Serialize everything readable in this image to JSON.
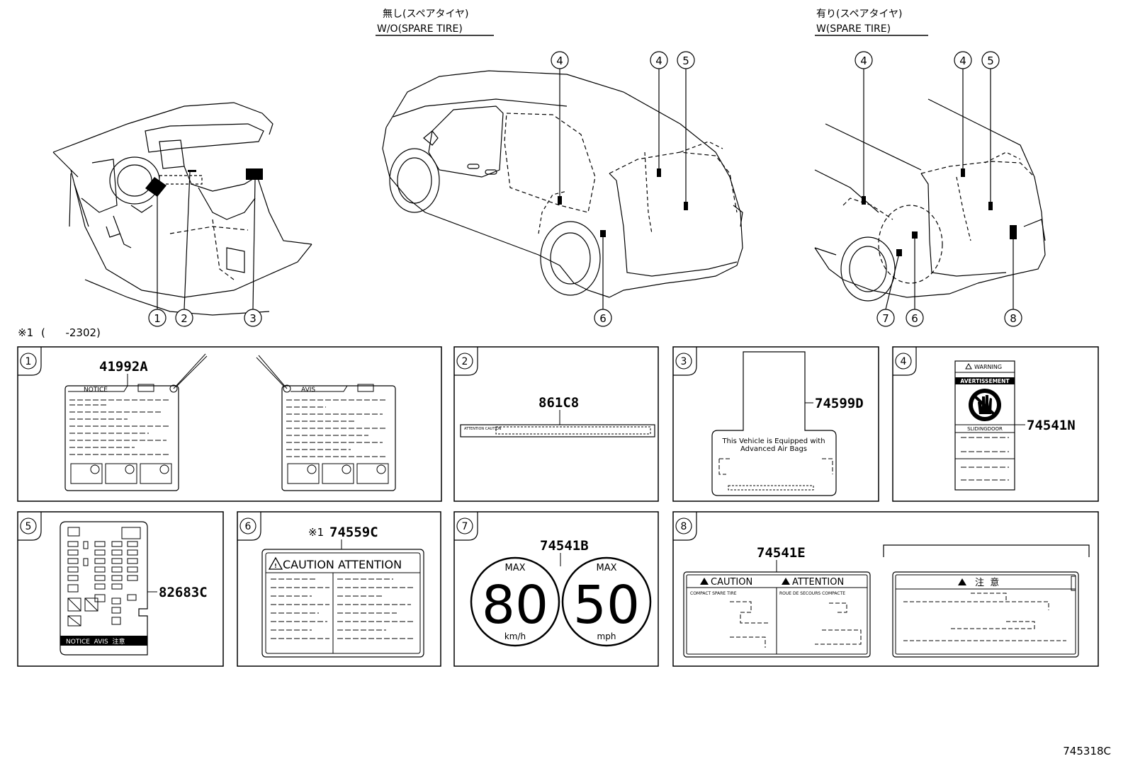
{
  "header": {
    "wo_jp": "無し(スペアタイヤ)",
    "wo_en": "W/O(SPARE TIRE)",
    "w_jp": "有り(スペアタイヤ)",
    "w_en": "W(SPARE TIRE)"
  },
  "callouts": {
    "c1": "1",
    "c2": "2",
    "c3": "3",
    "wo_4a": "4",
    "wo_4b": "4",
    "wo_5": "5",
    "wo_6": "6",
    "w_4a": "4",
    "w_4b": "4",
    "w_5": "5",
    "w_7": "7",
    "w_6": "6",
    "w_8": "8"
  },
  "footnote": {
    "mark": "※1",
    "text": "(      -2302)"
  },
  "panels": {
    "p1": {
      "num": "1",
      "part": "41992A",
      "tab_left": "NOTICE",
      "tab_right": "AVIS"
    },
    "p2": {
      "num": "2",
      "part": "861C8",
      "label_text": "ATTENTION CAUTION"
    },
    "p3": {
      "num": "3",
      "part": "74599D",
      "line1": "This Vehicle is Equipped with",
      "line2": "Advanced Air Bags"
    },
    "p4": {
      "num": "4",
      "part": "74541N",
      "warning": "WARNING",
      "avert": "AVERTISSEMENT",
      "slide": "SLIDINGDOOR"
    },
    "p5": {
      "num": "5",
      "part": "82683C",
      "bar": "NOTICE  AVIS  注意"
    },
    "p6": {
      "num": "6",
      "mark": "※1",
      "part": "74559C",
      "title": "CAUTION  ATTENTION"
    },
    "p7": {
      "num": "7",
      "part": "74541B",
      "max_left": "MAX",
      "val_left": "80",
      "unit_left": "km/h",
      "max_right": "MAX",
      "val_right": "50",
      "unit_right": "mph"
    },
    "p8": {
      "num": "8",
      "part": "74541E",
      "caution": "CAUTION",
      "attention": "ATTENTION",
      "sub_left": "COMPACT SPARE TIRE",
      "sub_right": "ROUE DE SECOURS COMPACTE",
      "jp_title": "注  意"
    }
  },
  "drawing_id": "745318C"
}
